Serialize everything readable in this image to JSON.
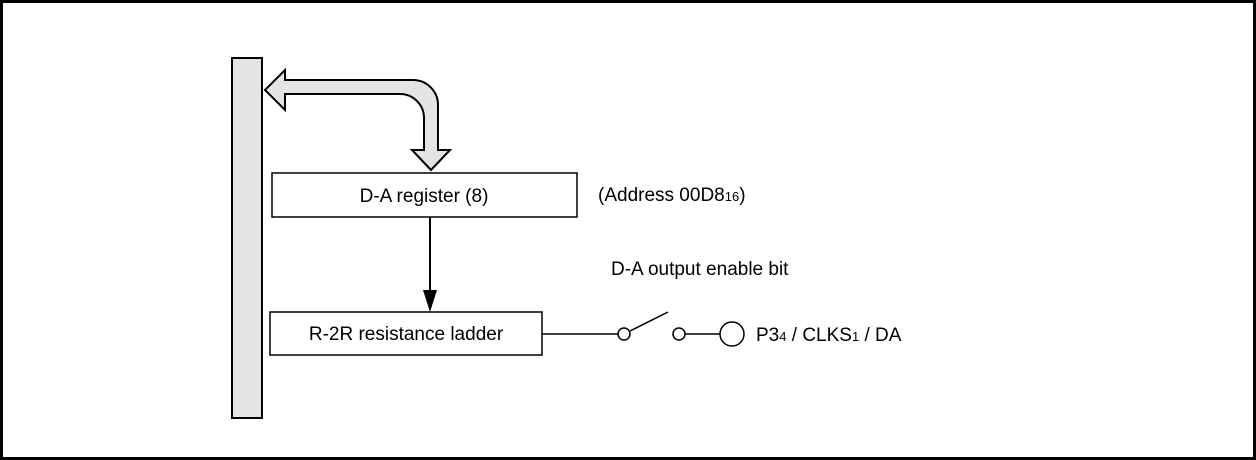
{
  "diagram": {
    "da_register": {
      "label": "D-A register (8)"
    },
    "address": {
      "prefix": "(Address 00D8",
      "subscript": "16",
      "suffix": ")"
    },
    "enable_bit": {
      "label": "D-A output enable bit"
    },
    "ladder": {
      "label": "R-2R resistance ladder"
    },
    "pin": {
      "p_main": "P3",
      "p_sub": "4",
      "clks_main": " / CLKS",
      "clks_sub": "1",
      "da_main": " / DA"
    },
    "colors": {
      "bus_fill": "#e4e4e4",
      "stroke": "#000000",
      "background": "#ffffff"
    }
  }
}
